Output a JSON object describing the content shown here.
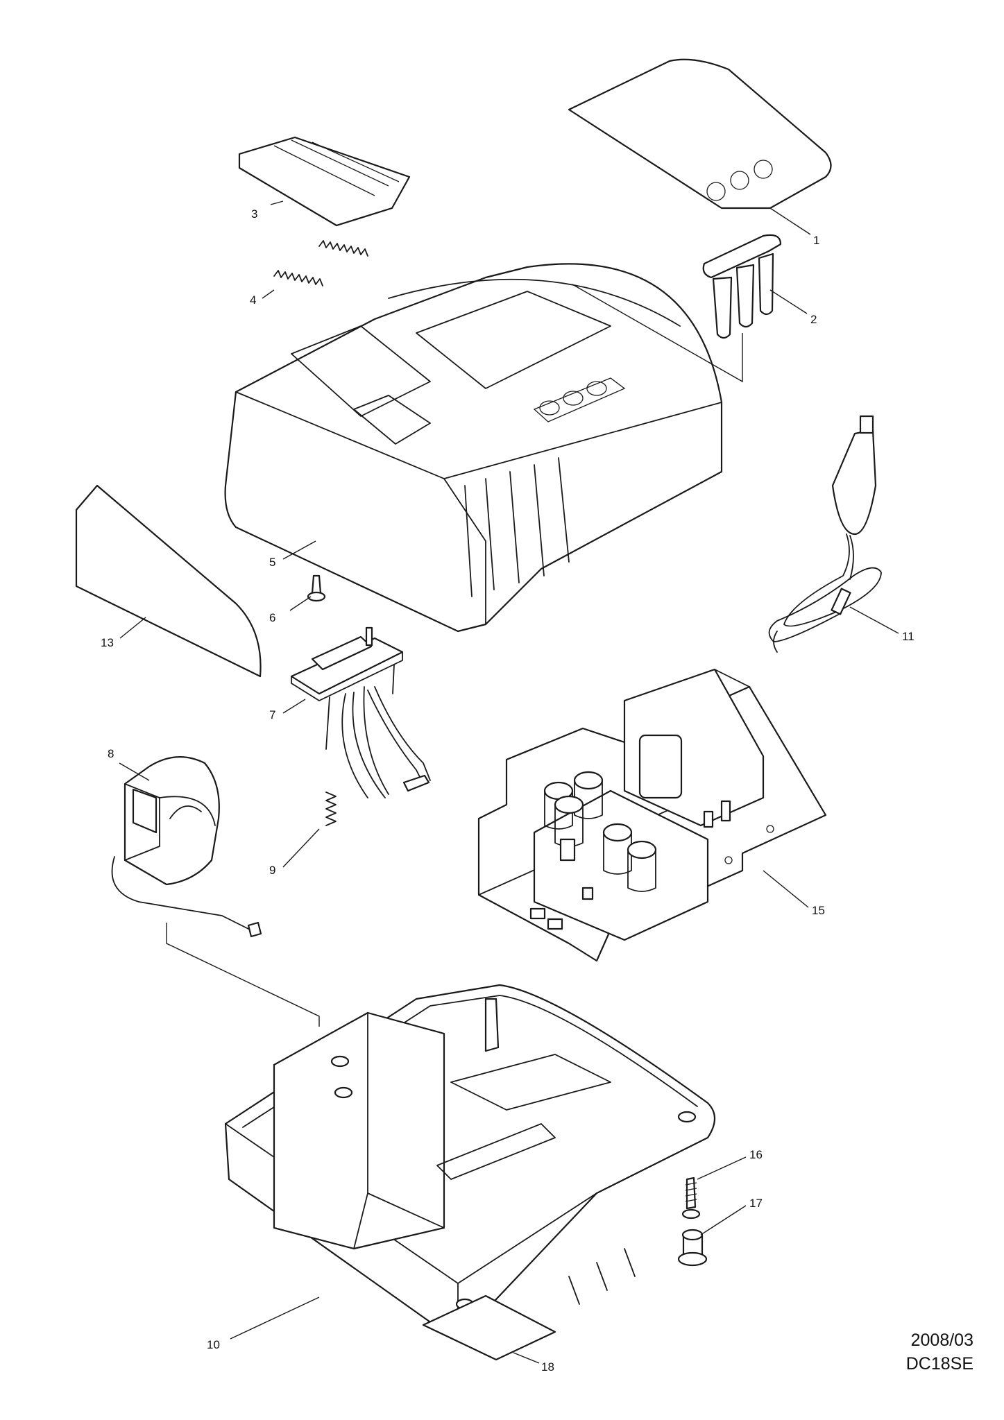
{
  "diagram": {
    "labels": [
      {
        "id": "1",
        "text": "1"
      },
      {
        "id": "2",
        "text": "2"
      },
      {
        "id": "3",
        "text": "3"
      },
      {
        "id": "4",
        "text": "4"
      },
      {
        "id": "5",
        "text": "5"
      },
      {
        "id": "6",
        "text": "6"
      },
      {
        "id": "7",
        "text": "7"
      },
      {
        "id": "8",
        "text": "8"
      },
      {
        "id": "9",
        "text": "9"
      },
      {
        "id": "10",
        "text": "10"
      },
      {
        "id": "11",
        "text": "11"
      },
      {
        "id": "13",
        "text": "13"
      },
      {
        "id": "15",
        "text": "15"
      },
      {
        "id": "16",
        "text": "16"
      },
      {
        "id": "17",
        "text": "17"
      },
      {
        "id": "18",
        "text": "18"
      }
    ],
    "date": "2008/03",
    "model": "DC18SE"
  },
  "colors": {
    "ink": "#1a1a1a",
    "background": "#ffffff"
  }
}
